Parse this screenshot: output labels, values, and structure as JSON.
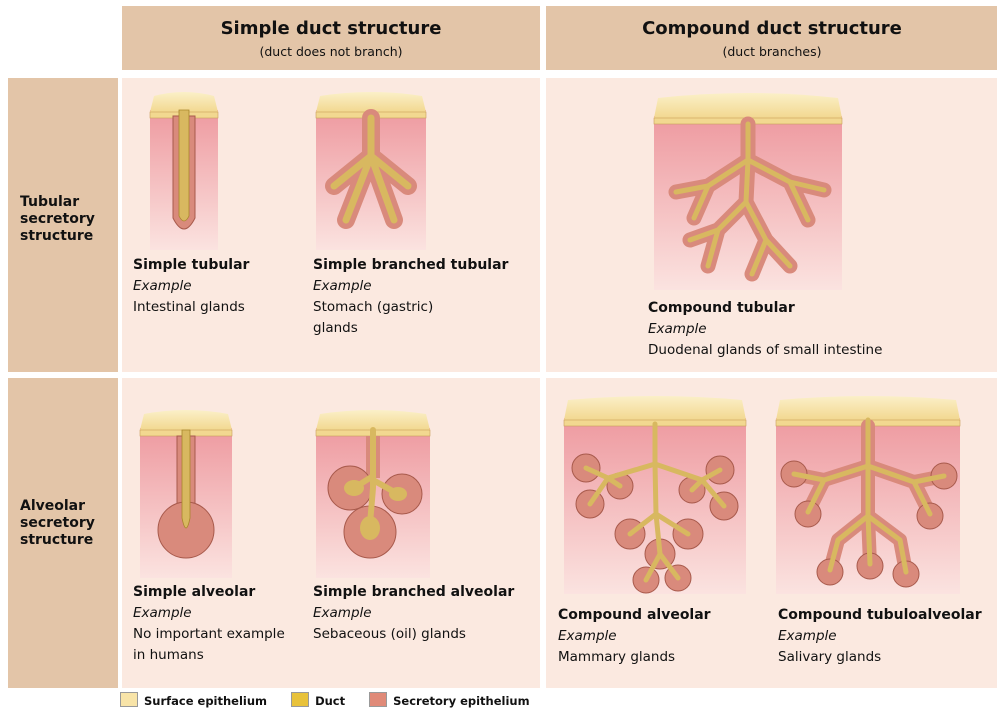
{
  "columns": {
    "simple": {
      "title": "Simple duct structure",
      "subtitle": "(duct does not branch)"
    },
    "compound": {
      "title": "Compound duct structure",
      "subtitle": "(duct branches)"
    }
  },
  "rows": {
    "tubular": {
      "line1": "Tubular",
      "line2": "secretory",
      "line3": "structure"
    },
    "alveolar": {
      "line1": "Alveolar",
      "line2": "secretory",
      "line3": "structure"
    }
  },
  "glands": {
    "simple_tubular": {
      "name": "Simple tubular",
      "example_label": "Example",
      "example1": "Intestinal glands",
      "example2": ""
    },
    "simple_branched_tubular": {
      "name": "Simple branched tubular",
      "example_label": "Example",
      "example1": "Stomach (gastric)",
      "example2": "glands"
    },
    "compound_tubular": {
      "name": "Compound tubular",
      "example_label": "Example",
      "example1": "Duodenal glands of small intestine",
      "example2": ""
    },
    "simple_alveolar": {
      "name": "Simple alveolar",
      "example_label": "Example",
      "example1": "No important example",
      "example2": "in humans"
    },
    "simple_branched_alveolar": {
      "name": "Simple branched alveolar",
      "example_label": "Example",
      "example1": "Sebaceous (oil) glands",
      "example2": ""
    },
    "compound_alveolar": {
      "name": "Compound alveolar",
      "example_label": "Example",
      "example1": "Mammary glands",
      "example2": ""
    },
    "compound_tubuloalveolar": {
      "name": "Compound tubuloalveolar",
      "example_label": "Example",
      "example1": "Salivary glands",
      "example2": ""
    }
  },
  "legend": [
    {
      "label": "Surface epithelium",
      "color": "#f8e4a8"
    },
    {
      "label": "Duct",
      "color": "#e8c23a"
    },
    {
      "label": "Secretory epithelium",
      "color": "#e08a78"
    }
  ],
  "colors": {
    "header_bg": "#e3c5a8",
    "cell_bg": "#fbe9e0",
    "tissue_pink": "#f4b7b9",
    "duct": "#d8b860",
    "secretory": "#d98a7c"
  }
}
